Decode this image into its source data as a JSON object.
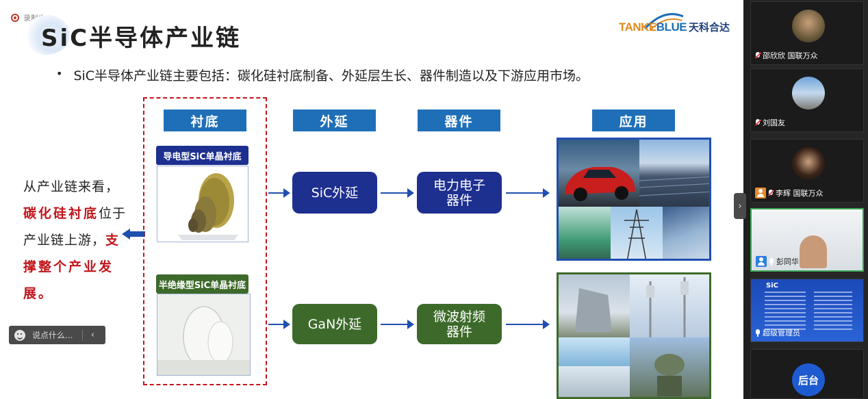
{
  "recording": {
    "label": "录制中"
  },
  "slide": {
    "title": "SiC半导体产业链",
    "logo": {
      "latin_a": "TANKE",
      "latin_b": "BLUE",
      "chinese": "天科合达"
    },
    "bullet": "SiC半导体产业链主要包括：碳化硅衬底制备、外延层生长、器件制造以及下游应用市场。",
    "left_text": {
      "line1": "从产业链来看，",
      "red1": "碳化硅衬底",
      "mid": "位于产业链上游，",
      "red2": "支撑整个产业发展。"
    },
    "headers": {
      "substrate": "衬底",
      "epitaxy": "外延",
      "device": "器件",
      "application": "应用"
    },
    "substrates": {
      "conductive": "导电型SiC单晶衬底",
      "semi_insulating": "半绝缘型SiC单晶衬底"
    },
    "epitaxy": {
      "sic": "SiC外延",
      "gan": "GaN外延"
    },
    "devices": {
      "power": "电力电子\n器件",
      "rf": "微波射频\n器件"
    },
    "colors": {
      "header_blue": "#1f6fb8",
      "process_navy": "#1d2f8f",
      "process_green": "#3d6a2a",
      "dashed_red": "#c0151b"
    }
  },
  "chat_box": {
    "placeholder": "说点什么..."
  },
  "participants": [
    {
      "name": "邵欣欣 国联万众",
      "mic": "muted"
    },
    {
      "name": "刘国友",
      "mic": "muted"
    },
    {
      "name": "李辉 国联万众",
      "mic": "muted"
    },
    {
      "name": "彭同华",
      "mic": "on",
      "speaking": true
    },
    {
      "name": "超级管理员",
      "mic": "on"
    },
    {
      "name": "后台",
      "mic": "on"
    }
  ],
  "participant_5_poster": {
    "heading": "SiC"
  }
}
